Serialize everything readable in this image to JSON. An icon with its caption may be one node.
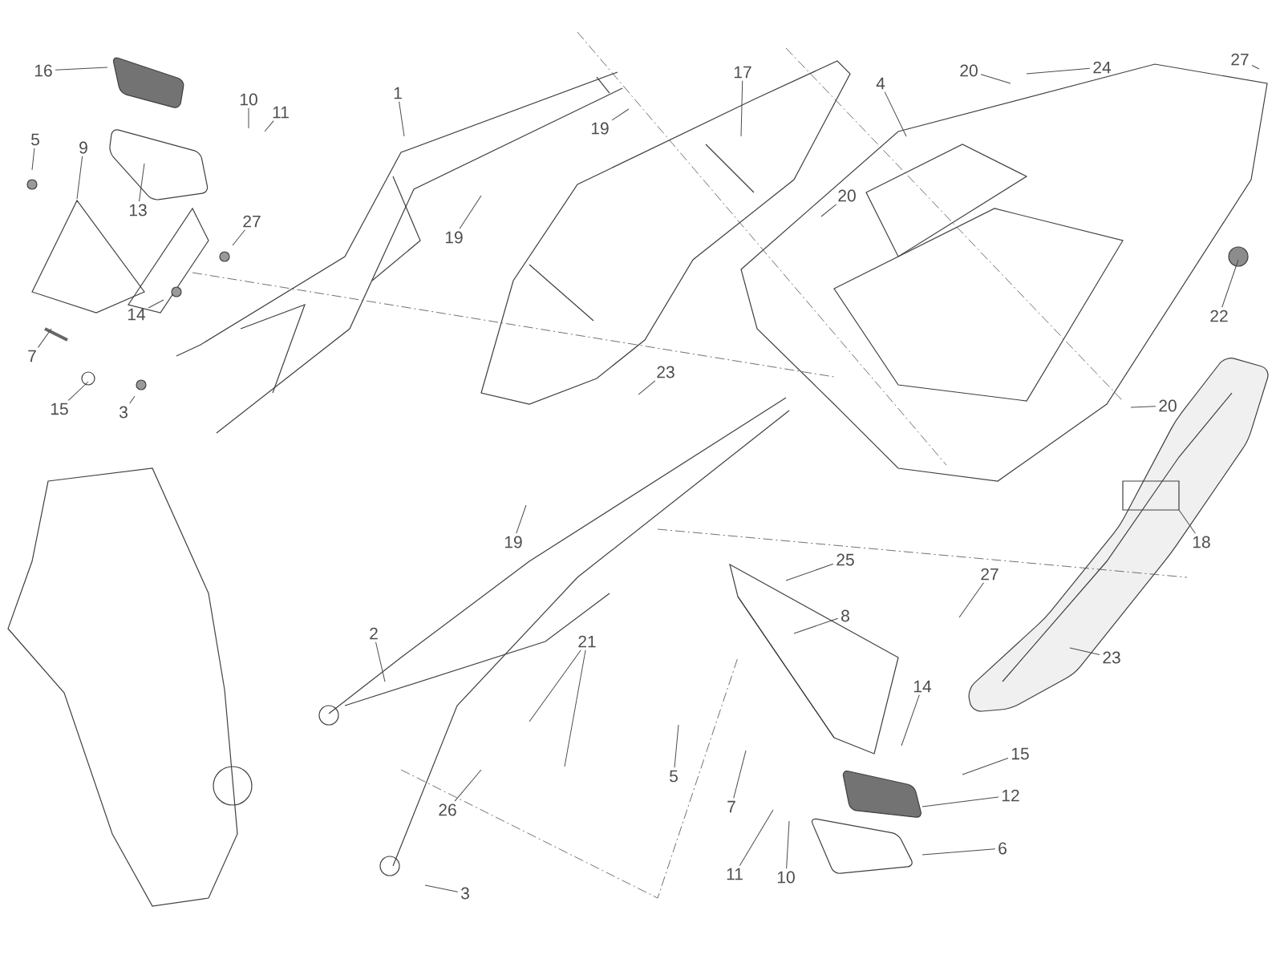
{
  "diagram": {
    "nodes": [
      {
        "text": [
          "16"
        ]
      },
      {
        "text": [
          "10"
        ]
      },
      {
        "text": [
          "11"
        ]
      },
      {
        "text": [
          "5"
        ]
      },
      {
        "text": [
          "9"
        ]
      },
      {
        "text": [
          "13"
        ]
      },
      {
        "text": [
          "27"
        ]
      },
      {
        "text": [
          "14"
        ]
      },
      {
        "text": [
          "7"
        ]
      },
      {
        "text": [
          "15"
        ]
      },
      {
        "text": [
          "3"
        ]
      },
      {
        "text": [
          "1"
        ]
      },
      {
        "text": [
          "19"
        ]
      },
      {
        "text": [
          "19"
        ]
      },
      {
        "text": [
          "17"
        ]
      },
      {
        "text": [
          "4"
        ]
      },
      {
        "text": [
          "20"
        ]
      },
      {
        "text": [
          "24"
        ]
      },
      {
        "text": [
          "27"
        ]
      },
      {
        "text": [
          "20"
        ]
      },
      {
        "text": [
          "22"
        ]
      },
      {
        "text": [
          "23"
        ]
      },
      {
        "text": [
          "20"
        ]
      },
      {
        "text": [
          "18"
        ]
      },
      {
        "text": [
          "19"
        ]
      },
      {
        "text": [
          "25"
        ]
      },
      {
        "text": [
          "8"
        ]
      },
      {
        "text": [
          "27"
        ]
      },
      {
        "text": [
          "2"
        ]
      },
      {
        "text": [
          "21"
        ]
      },
      {
        "text": [
          "14"
        ]
      },
      {
        "text": [
          "15"
        ]
      },
      {
        "text": [
          "5"
        ]
      },
      {
        "text": [
          "7"
        ]
      },
      {
        "text": [
          "12"
        ]
      },
      {
        "text": [
          "26"
        ]
      },
      {
        "text": [
          "6"
        ]
      },
      {
        "text": [
          "11"
        ]
      },
      {
        "text": [
          "10"
        ]
      },
      {
        "text": [
          "3"
        ]
      },
      {
        "text": [
          "23"
        ]
      }
    ],
    "edges": [
      {
        "from": 0,
        "to": null,
        "arrow": "none"
      },
      {
        "from": 1,
        "to": null,
        "arrow": "none"
      },
      {
        "from": 2,
        "to": null,
        "arrow": "none"
      },
      {
        "from": 3,
        "to": null,
        "arrow": "none"
      },
      {
        "from": 4,
        "to": null,
        "arrow": "none"
      },
      {
        "from": 5,
        "to": null,
        "arrow": "none"
      },
      {
        "from": 6,
        "to": null,
        "arrow": "none"
      },
      {
        "from": 7,
        "to": null,
        "arrow": "none"
      },
      {
        "from": 8,
        "to": null,
        "arrow": "none"
      },
      {
        "from": 9,
        "to": null,
        "arrow": "none"
      },
      {
        "from": 10,
        "to": null,
        "arrow": "none"
      },
      {
        "from": 11,
        "to": null,
        "arrow": "none"
      },
      {
        "from": 12,
        "to": null,
        "arrow": "none"
      },
      {
        "from": 13,
        "to": null,
        "arrow": "none"
      },
      {
        "from": 14,
        "to": null,
        "arrow": "none"
      },
      {
        "from": 15,
        "to": null,
        "arrow": "none"
      },
      {
        "from": 16,
        "to": null,
        "arrow": "none"
      },
      {
        "from": 17,
        "to": null,
        "arrow": "none"
      },
      {
        "from": 18,
        "to": null,
        "arrow": "none"
      },
      {
        "from": 19,
        "to": null,
        "arrow": "none"
      },
      {
        "from": 20,
        "to": null,
        "arrow": "none"
      },
      {
        "from": 21,
        "to": null,
        "arrow": "none"
      },
      {
        "from": 22,
        "to": null,
        "arrow": "none"
      },
      {
        "from": 23,
        "to": null,
        "arrow": "none"
      },
      {
        "from": 24,
        "to": null,
        "arrow": "none"
      },
      {
        "from": 25,
        "to": null,
        "arrow": "none"
      },
      {
        "from": 26,
        "to": null,
        "arrow": "none"
      },
      {
        "from": 27,
        "to": null,
        "arrow": "none"
      },
      {
        "from": 28,
        "to": null,
        "arrow": "none"
      },
      {
        "from": 29,
        "to": null,
        "arrow": "none"
      },
      {
        "from": 29,
        "to": null,
        "arrow": "none"
      },
      {
        "from": 30,
        "to": null,
        "arrow": "none"
      },
      {
        "from": 31,
        "to": null,
        "arrow": "none"
      },
      {
        "from": 32,
        "to": null,
        "arrow": "none"
      },
      {
        "from": 33,
        "to": null,
        "arrow": "none"
      },
      {
        "from": 34,
        "to": null,
        "arrow": "none"
      },
      {
        "from": 35,
        "to": null,
        "arrow": "none"
      },
      {
        "from": 36,
        "to": null,
        "arrow": "none"
      },
      {
        "from": 37,
        "to": null,
        "arrow": "none"
      },
      {
        "from": 38,
        "to": null,
        "arrow": "none"
      },
      {
        "from": 39,
        "to": null,
        "arrow": "none"
      },
      {
        "from": 40,
        "to": null,
        "arrow": "none"
      }
    ]
  }
}
